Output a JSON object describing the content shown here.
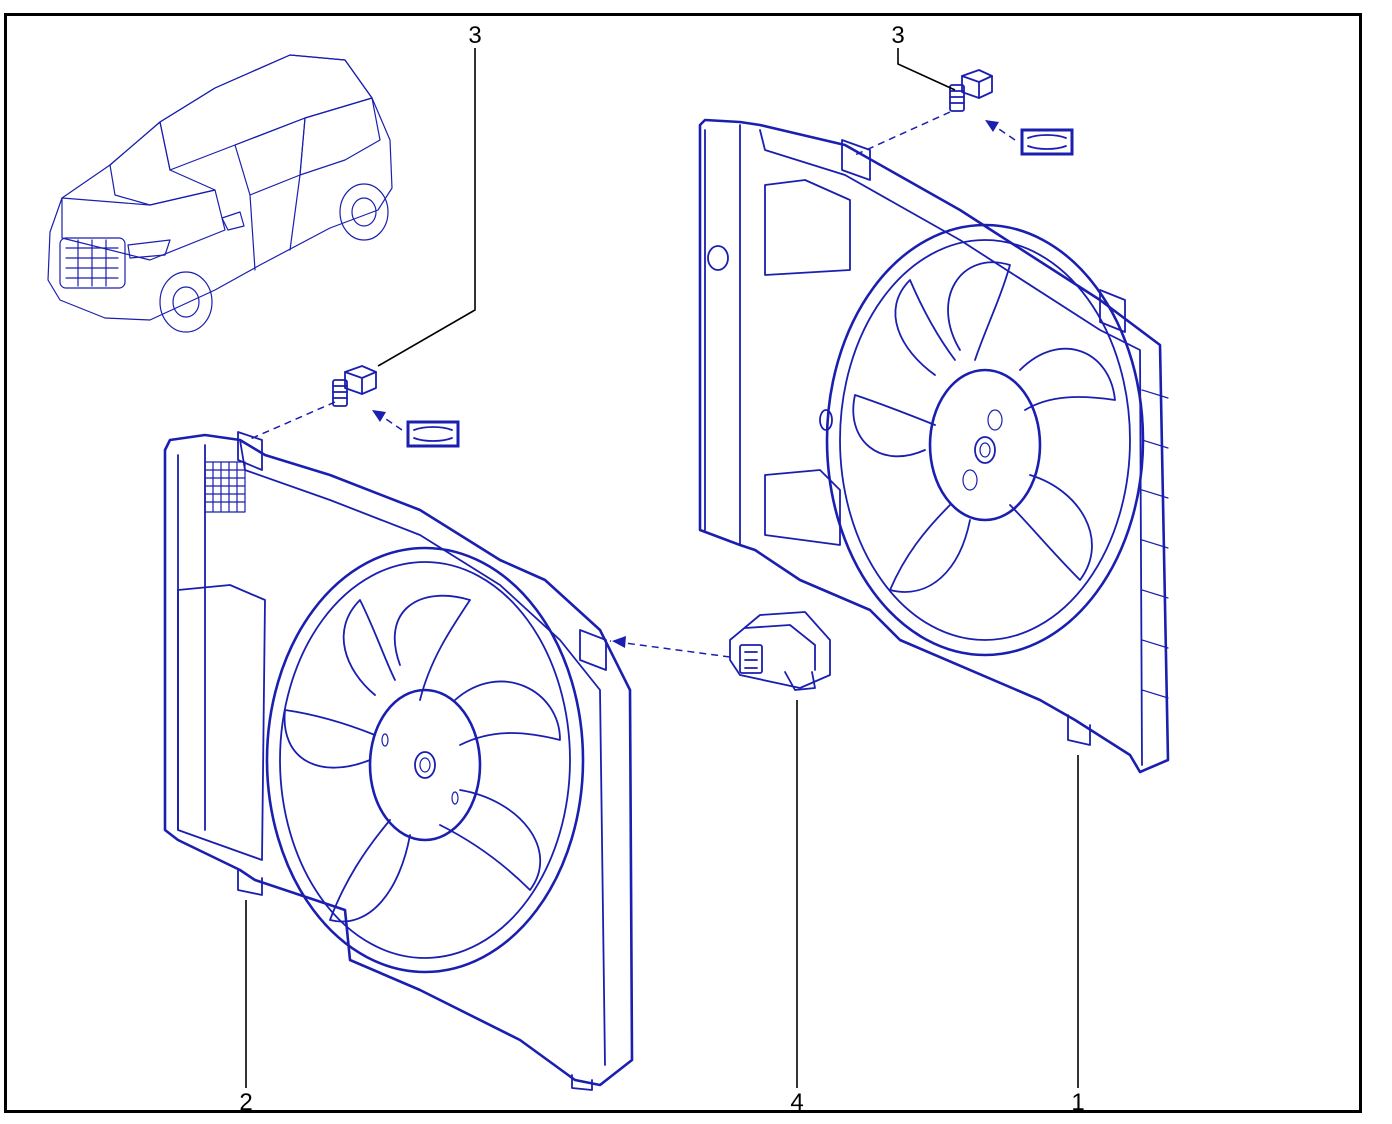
{
  "diagram": {
    "ink_color": "#1a1fb0",
    "frame_color": "#000000",
    "callouts": {
      "fan_assembly_right": "1",
      "fan_assembly_left": "2",
      "bolt_left": "3",
      "bolt_right": "3",
      "connector": "4"
    },
    "icons": {
      "vehicle": "suv-locator-icon",
      "torque_symbol": "torque-spec-icon",
      "arrow": "arrow-icon"
    }
  }
}
